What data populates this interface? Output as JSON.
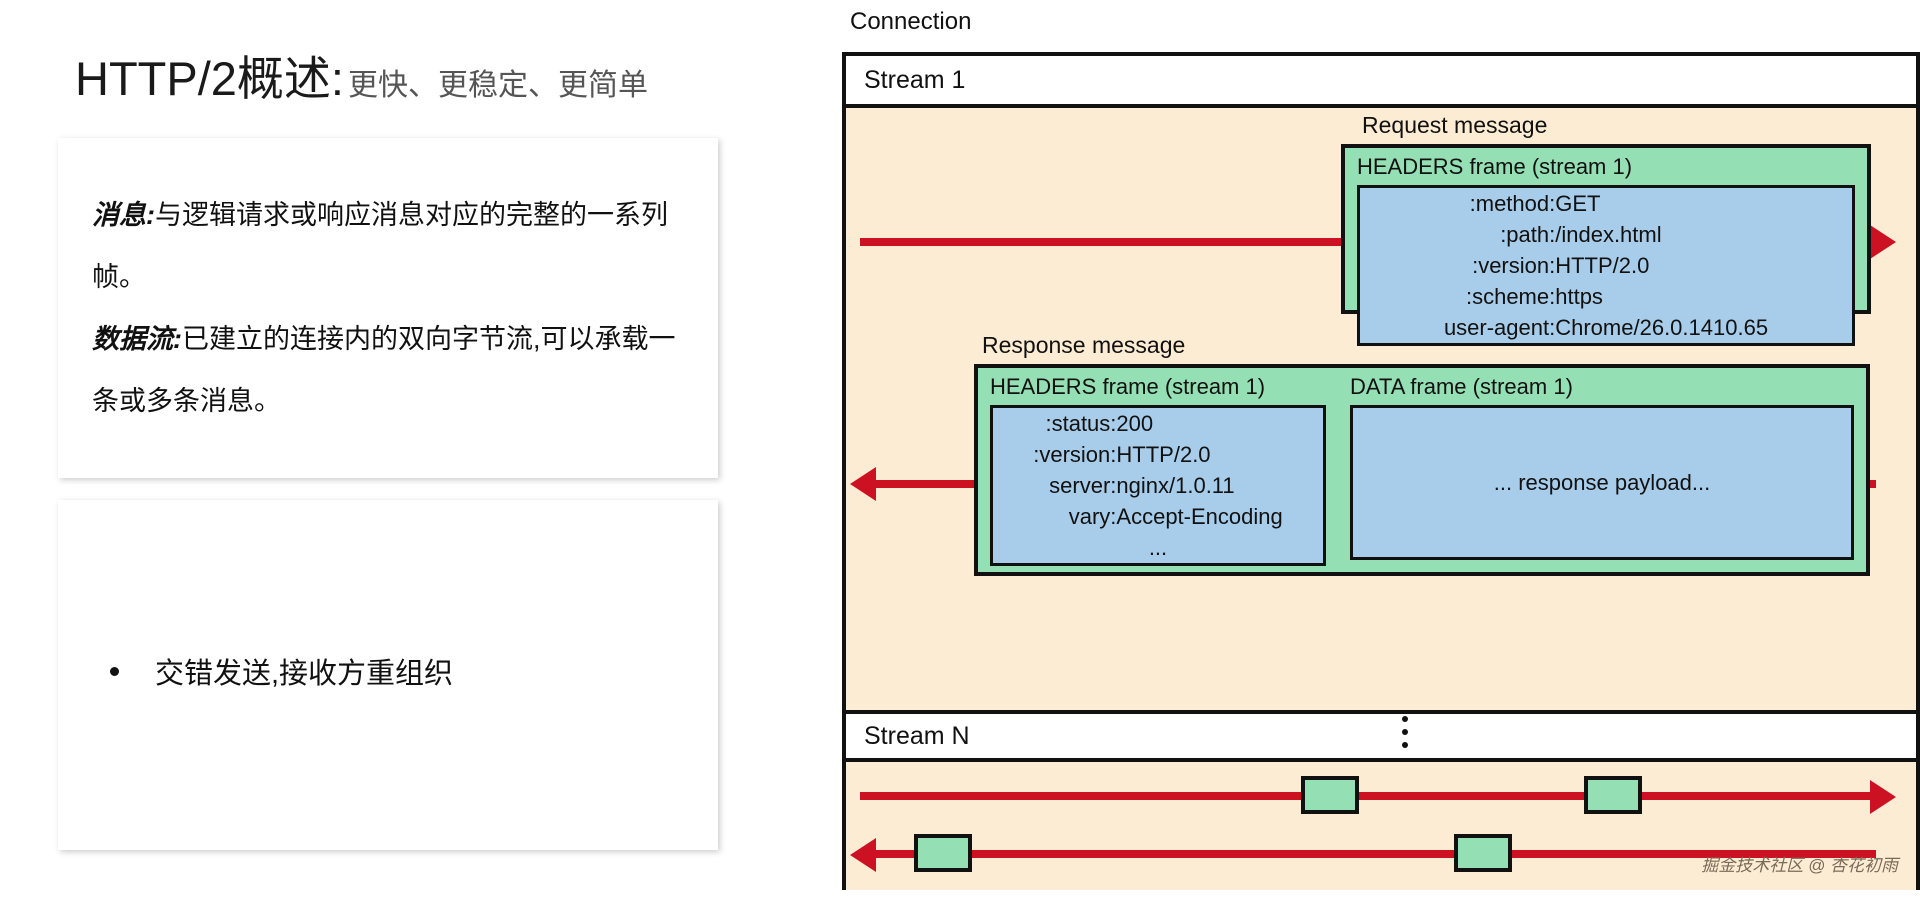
{
  "slide": {
    "title_main": "HTTP/2概述:",
    "title_sub": "更快、更稳定、更简单",
    "definitions": [
      {
        "term": "消息:",
        "text": "与逻辑请求或响应消息对应的完整的一系列帧。"
      },
      {
        "term": "数据流:",
        "text": "已建立的连接内的双向字节流,可以承载一条或多条消息。"
      }
    ],
    "bullets": [
      "交错发送,接收方重组织"
    ]
  },
  "diagram": {
    "connection_label": "Connection",
    "stream1_label": "Stream 1",
    "streamN_label": "Stream N",
    "request": {
      "caption": "Request message",
      "frame_title": "HEADERS frame (stream 1)",
      "headers": [
        {
          "key": ":method:",
          "value": "GET"
        },
        {
          "key": ":path:",
          "value": "/index.html"
        },
        {
          "key": ":version:",
          "value": "HTTP/2.0"
        },
        {
          "key": ":scheme:",
          "value": "https"
        },
        {
          "key": "user-agent:",
          "value": "Chrome/26.0.1410.65"
        }
      ]
    },
    "response": {
      "caption": "Response message",
      "headers_frame_title": "HEADERS frame (stream 1)",
      "headers": [
        {
          "key": ":status:",
          "value": "200"
        },
        {
          "key": ":version:",
          "value": "HTTP/2.0"
        },
        {
          "key": "server:",
          "value": "nginx/1.0.11"
        },
        {
          "key": "vary:",
          "value": "Accept-Encoding"
        }
      ],
      "headers_ellipsis": "...",
      "data_frame_title": "DATA frame (stream 1)",
      "payload_text": "... response payload..."
    },
    "watermark": "掘金技术社区 @ 杏花初雨",
    "colors": {
      "arrow_red": "#cc1122",
      "frame_green": "#95dfb4",
      "frame_blue": "#a8cdea",
      "connection_bg": "#fdecd4",
      "border": "#111111"
    }
  }
}
